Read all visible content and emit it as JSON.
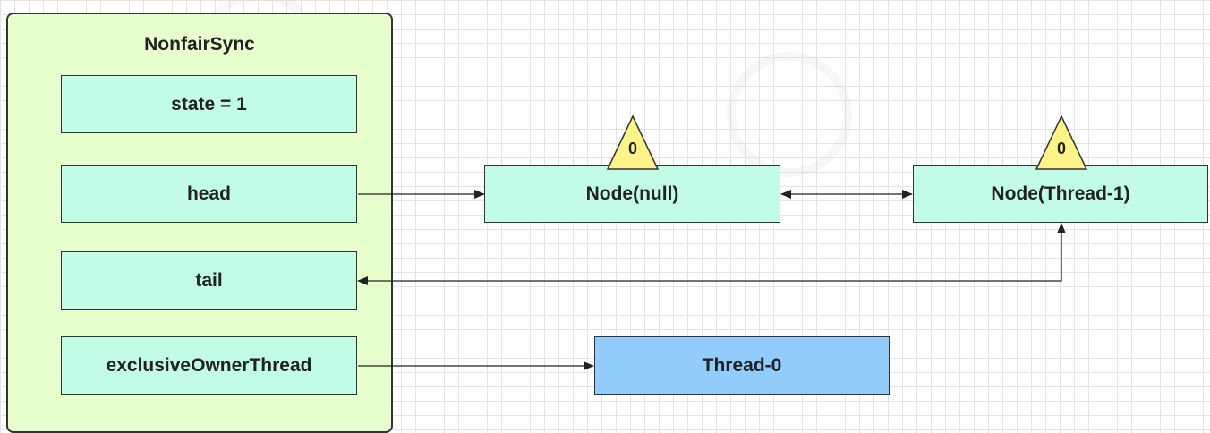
{
  "container": {
    "title": "NonfairSync",
    "fill": "#e6ffcc"
  },
  "fields": {
    "state": "state = 1",
    "head": "head",
    "tail": "tail",
    "owner": "exclusiveOwnerThread"
  },
  "nodes": {
    "node_null": {
      "label": "Node(null)",
      "wait_status": "0"
    },
    "node_thread1": {
      "label": "Node(Thread-1)",
      "wait_status": "0"
    }
  },
  "thread0": {
    "label": "Thread-0",
    "fill": "#91ccfc"
  },
  "colors": {
    "field_fill": "#c2fce6",
    "triangle_fill": "#fff38a"
  }
}
